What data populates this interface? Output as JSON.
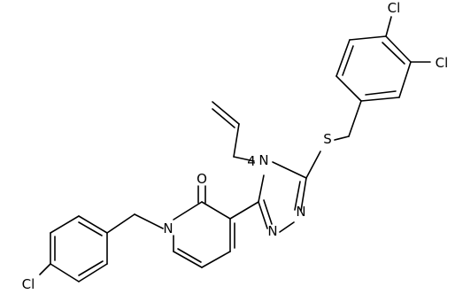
{
  "molecule": {
    "atom_labels": {
      "o": "O",
      "n_ring1": "N",
      "n_4": "N",
      "n_3": "N",
      "n_2": "N",
      "n_locant": "4",
      "s": "S",
      "cl_left": "Cl",
      "cl_top": "Cl",
      "cl_right": "Cl"
    }
  }
}
